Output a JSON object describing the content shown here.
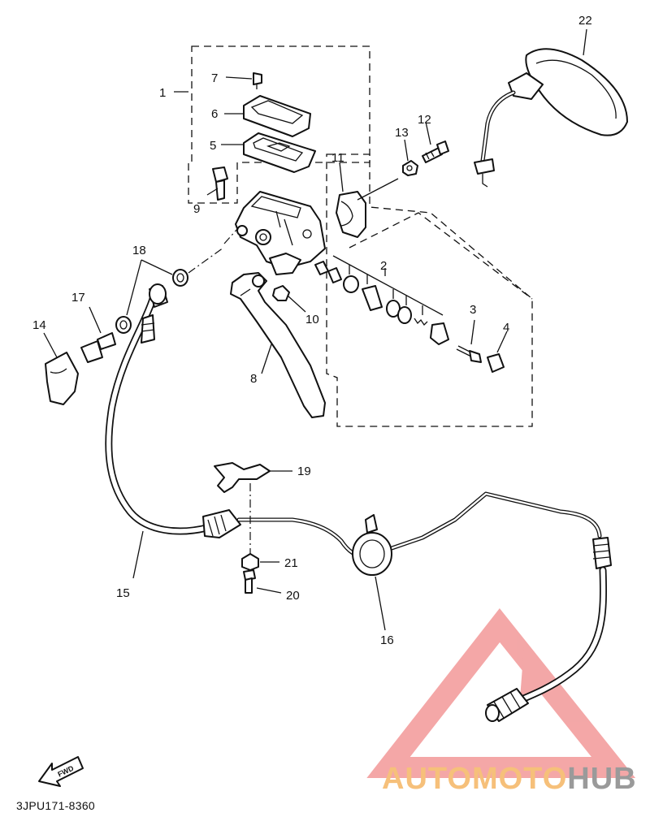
{
  "diagram": {
    "drawing_code": "3JPU171-8360",
    "fwd_label": "FWD",
    "callouts": [
      "1",
      "2",
      "3",
      "4",
      "5",
      "6",
      "7",
      "8",
      "9",
      "10",
      "11",
      "12",
      "13",
      "14",
      "15",
      "16",
      "17",
      "18",
      "19",
      "20",
      "21",
      "22"
    ],
    "watermark": {
      "part1": "AUTOMOTO",
      "part2": "HUB",
      "color1": "#f6c07a",
      "color2": "#9a9a9a",
      "triangle_color": "#f08a8a"
    }
  }
}
